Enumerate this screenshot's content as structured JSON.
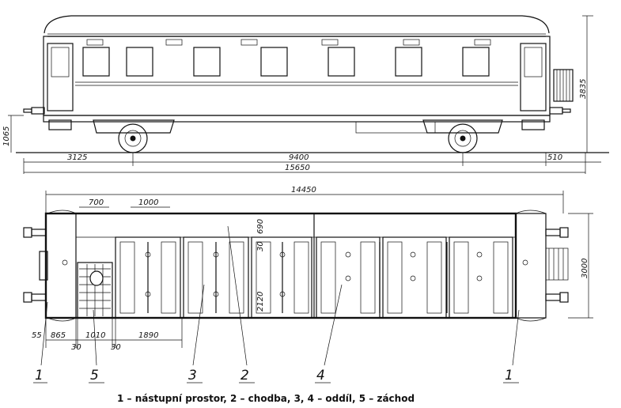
{
  "elevation": {
    "dims": {
      "d3125": "3125",
      "d9400": "9400",
      "d510": "510",
      "d15650": "15650",
      "d1065": "1065",
      "d3835": "3835"
    }
  },
  "plan": {
    "dims": {
      "d14450": "14450",
      "d700": "700",
      "d1000": "1000",
      "d690": "690",
      "d30a": "30",
      "d2120": "2120",
      "d3000": "3000",
      "d55": "55",
      "d865": "865",
      "d1010": "1010",
      "d1890": "1890",
      "d30b": "30",
      "d30c": "30"
    },
    "callouts": {
      "c1a": "1",
      "c5": "5",
      "c3": "3",
      "c2": "2",
      "c4": "4",
      "c1b": "1"
    }
  },
  "legend": "1 – nástupní prostor, 2 – chodba, 3, 4 – oddíl, 5 – záchod"
}
